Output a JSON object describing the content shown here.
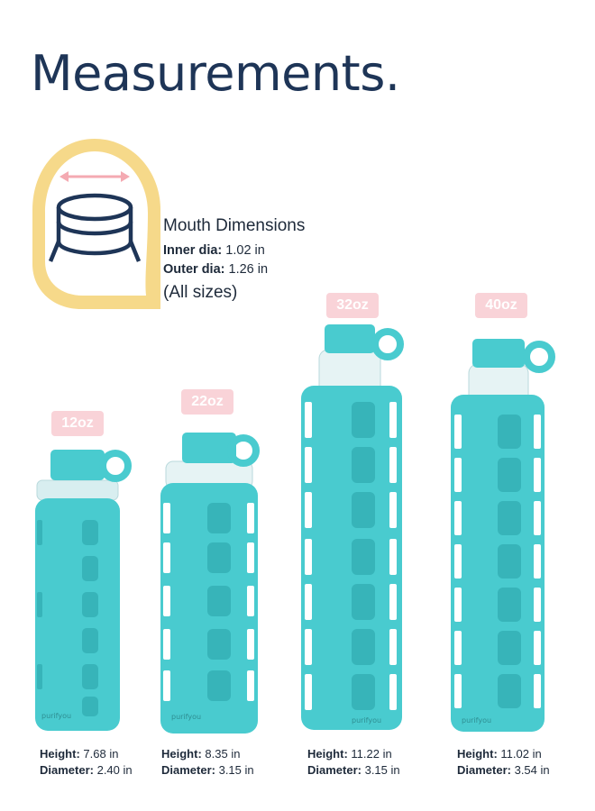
{
  "title": "Measurements.",
  "mouth": {
    "heading": "Mouth Dimensions",
    "inner_label": "Inner dia:",
    "inner_value": "1.02 in",
    "outer_label": "Outer dia:",
    "outer_value": "1.26 in",
    "note": "(All sizes)"
  },
  "bottles": [
    {
      "size": "12oz",
      "height_label": "Height:",
      "height_value": "7.68 in",
      "diameter_label": "Diameter:",
      "diameter_value": "2.40 in",
      "brand": "purifyou"
    },
    {
      "size": "22oz",
      "height_label": "Height:",
      "height_value": "8.35 in",
      "diameter_label": "Diameter:",
      "diameter_value": "3.15 in",
      "brand": "purifyou"
    },
    {
      "size": "32oz",
      "height_label": "Height:",
      "height_value": "11.22 in",
      "diameter_label": "Diameter:",
      "diameter_value": "3.15 in",
      "brand": "purifyou"
    },
    {
      "size": "40oz",
      "height_label": "Height:",
      "height_value": "11.02 in",
      "diameter_label": "Diameter:",
      "diameter_value": "3.54 in",
      "brand": "purifyou"
    }
  ],
  "colors": {
    "sleeve": "#49cbcf",
    "sleeve_dark": "#37b4b9",
    "badge": "#f9d3d8",
    "title": "#1e3557",
    "mouth_frame": "#f6d98a",
    "arrow": "#f4aab2"
  },
  "icons": {
    "mouth": "bottle-mouth-icon",
    "arrow": "double-arrow-icon"
  }
}
